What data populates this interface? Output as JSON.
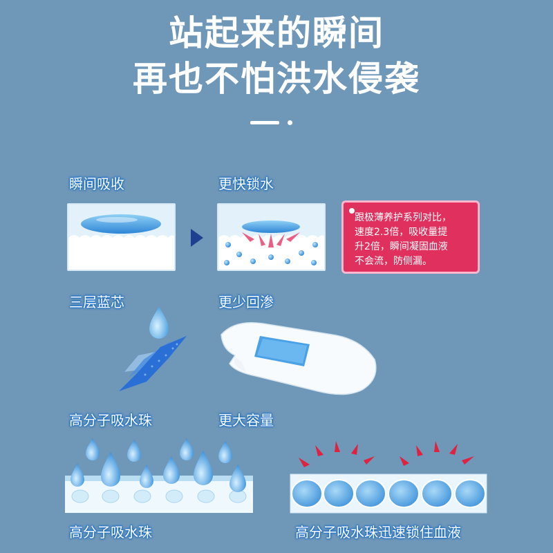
{
  "headline": {
    "line1": "站起来的瞬间",
    "line2": "再也不怕洪水侵袭"
  },
  "features": {
    "instant_absorb": "瞬间吸收",
    "faster_lock": "更快锁水",
    "three_layer_core": "三层蓝芯",
    "less_rewet": "更少回渗",
    "polymer_beads_top": "高分子吸水珠",
    "larger_capacity": "更大容量",
    "polymer_beads_bottom": "高分子吸水珠",
    "polymer_lock_blood": "高分子吸水珠迅速锁住血液"
  },
  "comparison_note": "跟极薄养护系列对比，\n速度2.3倍，吸收量提\n升2倍，瞬间凝固血液\n不会流，防侧漏。",
  "colors": {
    "background": "#6e97b8",
    "accent_red": "#e0305e",
    "label_glow": "#1d6fc9",
    "bead_blue": "#3d98dc"
  },
  "icons": [
    "arrow-right-icon",
    "water-drop-icon"
  ]
}
